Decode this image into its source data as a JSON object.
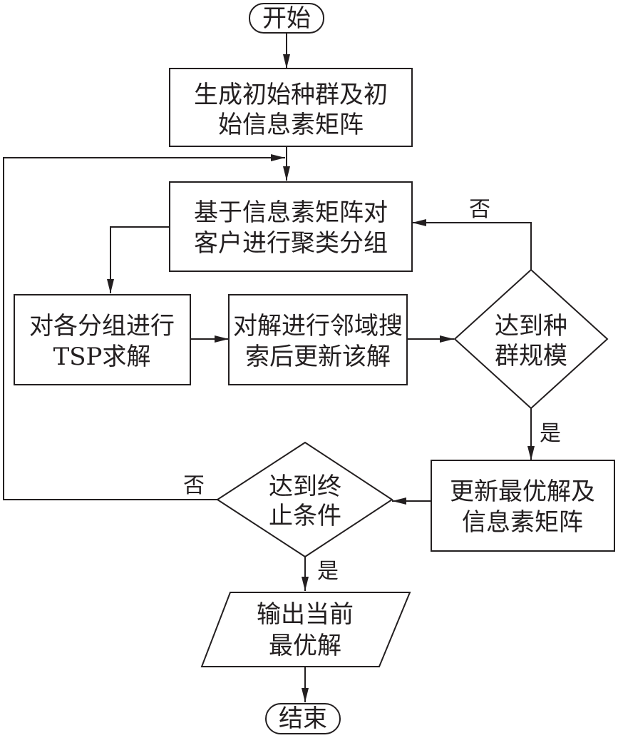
{
  "nodes": {
    "start": {
      "lines": [
        "开始"
      ]
    },
    "init": {
      "lines": [
        "生成初始种群及初",
        "始信息素矩阵"
      ]
    },
    "cluster": {
      "lines": [
        "基于信息素矩阵对",
        "客户进行聚类分组"
      ]
    },
    "tsp": {
      "lines": [
        "对各分组进行",
        "TSP求解"
      ]
    },
    "neighbor": {
      "lines": [
        "对解进行邻域搜",
        "索后更新该解"
      ]
    },
    "pop_check": {
      "lines": [
        "达到种",
        "群规模"
      ]
    },
    "update": {
      "lines": [
        "更新最优解及",
        "信息素矩阵"
      ]
    },
    "term_check": {
      "lines": [
        "达到终",
        "止条件"
      ]
    },
    "output": {
      "lines": [
        "输出当前",
        "最优解"
      ]
    },
    "end": {
      "lines": [
        "结束"
      ]
    }
  },
  "edge_labels": {
    "pop_no": "否",
    "pop_yes": "是",
    "term_no": "否",
    "term_yes": "是"
  }
}
